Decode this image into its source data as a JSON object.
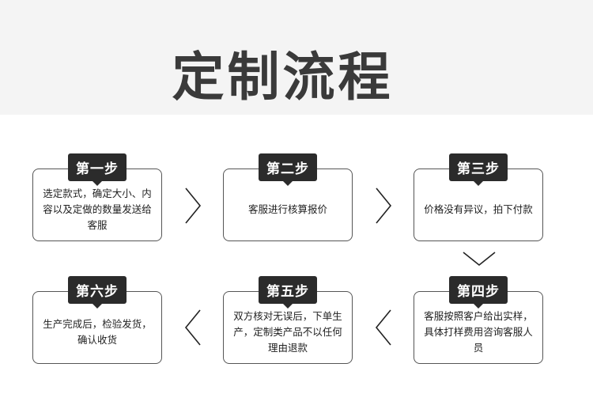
{
  "title": "定制流程",
  "steps": [
    {
      "label": "第一步",
      "text": "选定款式，确定大小、内容以及定做的数量发送给客服"
    },
    {
      "label": "第二步",
      "text": "客服进行核算报价"
    },
    {
      "label": "第三步",
      "text": "价格没有异议，拍下付款"
    },
    {
      "label": "第四步",
      "text": "客服按照客户给出实样，具体打样费用咨询客服人员"
    },
    {
      "label": "第五步",
      "text": "双方核对无误后，下单生产，定制类产品不以任何理由退款"
    },
    {
      "label": "第六步",
      "text": "生产完成后，检验发货，确认收货"
    }
  ],
  "colors": {
    "tag_bg": "#2b2b2b",
    "border": "#555555",
    "header_bg": "#f4f4f4",
    "title": "#3a3a3a"
  },
  "icons": {
    "right": "chevron-right-icon",
    "left": "chevron-left-icon",
    "down": "chevron-down-icon"
  }
}
